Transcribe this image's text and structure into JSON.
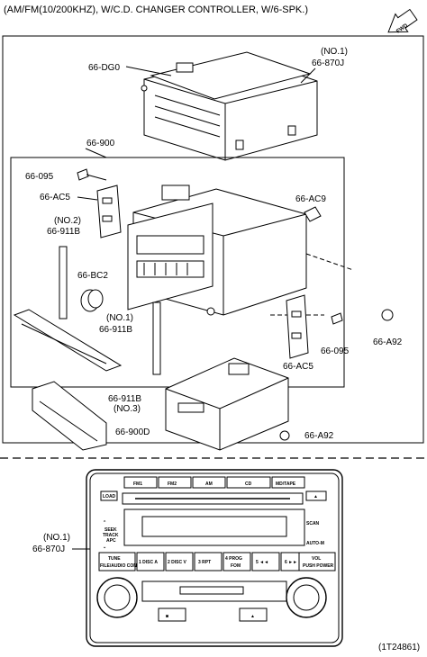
{
  "header": {
    "title": "(AM/FM(10/200KHZ), W/C.D. CHANGER CONTROLLER, W/6-SPK.)",
    "fwd": "FWD"
  },
  "labels": {
    "dg0": "66-DG0",
    "no1_top": "(NO.1)",
    "p870j_top": "66-870J",
    "p900": "66-900",
    "p095a": "66-095",
    "ac5a": "66-AC5",
    "ac9": "66-AC9",
    "no2": "(NO.2)",
    "p911b_a": "66-911B",
    "bc2": "66-BC2",
    "no1_mid": "(NO.1)",
    "p911b_b": "66-911B",
    "p095b": "66-095",
    "a92a": "66-A92",
    "ac5b": "66-AC5",
    "p911b_c": "66-911B",
    "no3": "(NO.3)",
    "p900d": "66-900D",
    "a92b": "66-A92",
    "no1_bot": "(NO.1)",
    "p870j_bot": "66-870J",
    "code": "(1T24861)"
  },
  "radio": {
    "btn_fm1": "FM1",
    "btn_fm2": "FM2",
    "btn_am": "AM",
    "btn_cd": "CD",
    "btn_mdtape": "MD/TAPE",
    "load": "LOAD",
    "seek1": "SEEK",
    "seek2": "TRACK",
    "seek3": "APC",
    "scan": "SCAN",
    "auto": "AUTO-M",
    "tune1": "TUNE",
    "tune2": "FILE/AUDIO CONT",
    "p1": "1 DISC A",
    "p2": "2 DISC V",
    "p3": "3 RPT",
    "p4a": "4 PROG",
    "p4b": "FOM",
    "p5": "5 ◄◄",
    "p6": "6 ►►",
    "vol1": "VOL",
    "vol2": "PUSH POWER"
  }
}
